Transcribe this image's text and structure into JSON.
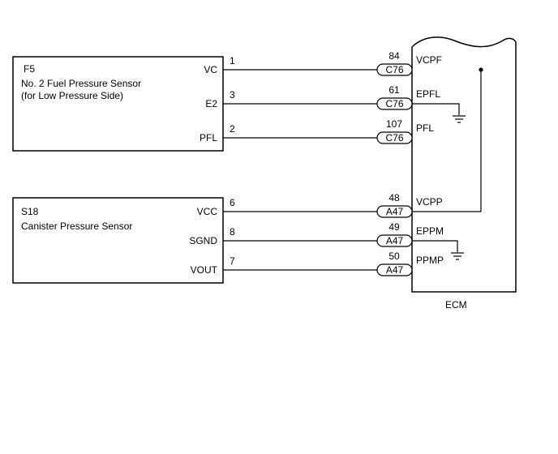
{
  "components": {
    "f5": {
      "code": "F5",
      "name": "No. 2 Fuel Pressure Sensor",
      "subtitle": "(for Low Pressure Side)"
    },
    "s18": {
      "code": "S18",
      "name": "Canister Pressure Sensor"
    },
    "ecm": {
      "label": "ECM"
    }
  },
  "circuits": [
    {
      "sensor_pin": "VC",
      "wire": "1",
      "ecm_pin_no": "84",
      "connector": "C76",
      "ecm_terminal": "VCPF"
    },
    {
      "sensor_pin": "E2",
      "wire": "3",
      "ecm_pin_no": "61",
      "connector": "C76",
      "ecm_terminal": "EPFL"
    },
    {
      "sensor_pin": "PFL",
      "wire": "2",
      "ecm_pin_no": "107",
      "connector": "C76",
      "ecm_terminal": "PFL"
    },
    {
      "sensor_pin": "VCC",
      "wire": "6",
      "ecm_pin_no": "48",
      "connector": "A47",
      "ecm_terminal": "VCPP"
    },
    {
      "sensor_pin": "SGND",
      "wire": "8",
      "ecm_pin_no": "49",
      "connector": "A47",
      "ecm_terminal": "EPPM"
    },
    {
      "sensor_pin": "VOUT",
      "wire": "7",
      "ecm_pin_no": "50",
      "connector": "A47",
      "ecm_terminal": "PPMP"
    }
  ]
}
